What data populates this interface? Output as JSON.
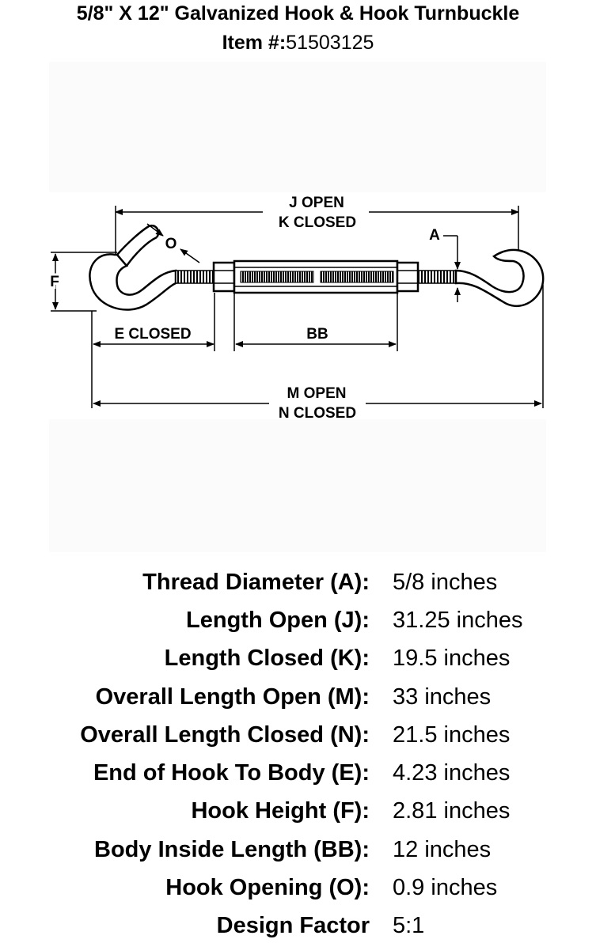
{
  "header": {
    "title": "5/8\" X 12\" Galvanized Hook & Hook Turnbuckle",
    "item_label": "Item #:",
    "item_number": "51503125"
  },
  "diagram": {
    "labels": {
      "j_open": "J  OPEN",
      "k_closed": "K  CLOSED",
      "a": "A",
      "o": "O",
      "f": "F",
      "e_closed": "E  CLOSED",
      "bb": "BB",
      "m_open": "M  OPEN",
      "n_closed": "N  CLOSED"
    }
  },
  "specs": [
    {
      "label": "Thread Diameter (A):",
      "value": "5/8 inches"
    },
    {
      "label": "Length Open (J):",
      "value": "31.25 inches"
    },
    {
      "label": "Length Closed (K):",
      "value": "19.5 inches"
    },
    {
      "label": "Overall Length Open (M):",
      "value": "33 inches"
    },
    {
      "label": "Overall Length Closed (N):",
      "value": "21.5 inches"
    },
    {
      "label": "End of Hook To Body (E):",
      "value": "4.23 inches"
    },
    {
      "label": "Hook Height (F):",
      "value": "2.81 inches"
    },
    {
      "label": "Body Inside Length (BB):",
      "value": "12 inches"
    },
    {
      "label": "Hook Opening (O):",
      "value": "0.9 inches"
    },
    {
      "label": "Design Factor",
      "value": "5:1"
    }
  ]
}
